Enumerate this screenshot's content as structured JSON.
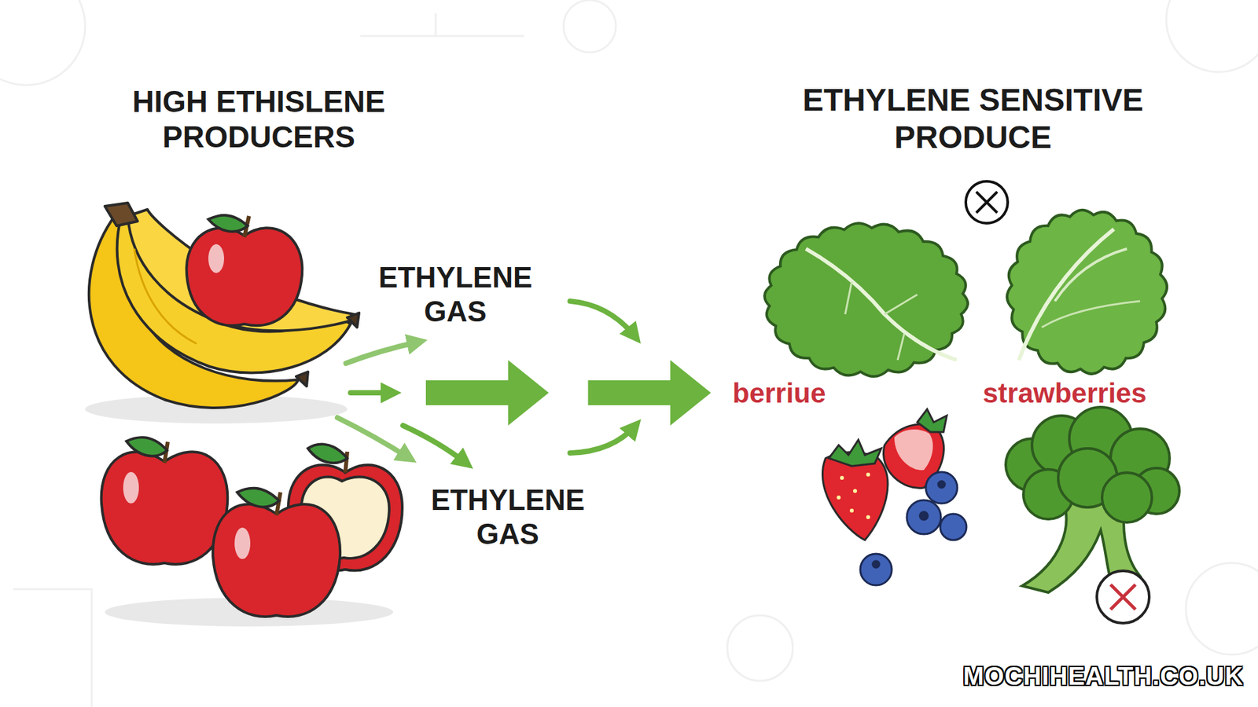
{
  "diagram": {
    "nodes": [
      {
        "text": [
          "HIGH ETHISLENE PRODUCERS"
        ]
      },
      {
        "text": [
          "ETHYLENE SENSITIVE PRODUCE"
        ]
      }
    ],
    "edges": [
      {
        "from": 0,
        "to": 1,
        "arrow": "to"
      }
    ],
    "labels": [
      "ETHYLENE GAS",
      "ETHYLENE GAS",
      "berriue",
      "strawberries",
      "MOCHIHEALTH.CO.UK"
    ]
  }
}
